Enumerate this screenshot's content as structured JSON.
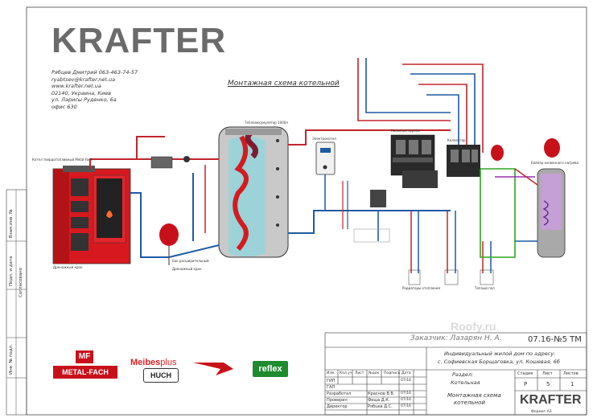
{
  "brand": "KRAFTER",
  "contact": {
    "line1": "Рябцев Дмитрий 063-463-74-57",
    "line2": "ryabtsev@krafter.net.ua",
    "line3": "www.krafter.net.ua",
    "line4": "02140, Украина, Киев",
    "line5": "ул. Ларисы Руденко, 6а",
    "line6": "офис 630"
  },
  "diagram_title": "Монтажная схема котельной",
  "labels": {
    "boiler_note": "Котел твердотопливный Metal-Fach",
    "tank_note": "Теплоаккумулятор 1000л",
    "expansion": "Бак расширительный",
    "boiler2": "Бойлер косвенного нагрева",
    "pump_group": "Насосная группа",
    "collector": "Коллектор",
    "heater": "Электрокотел",
    "drain1": "Дренажный кран",
    "drain2": "Дренажный кран",
    "to_radiators": "Радиаторы отопления",
    "floor_heating": "Теплый пол"
  },
  "stamp": {
    "customer": "Заказчик: Лазарян Н. А.",
    "doc_code": "07.16-№5 ТМ",
    "object_line1": "Индивидуальный жилой дом по адресу:",
    "object_line2": "с. Софиевская Борщаговка, ул. Кошевая, 6б",
    "section_label": "Раздел:",
    "section_value": "Котельная",
    "sheet_title_1": "Монтажная схема",
    "sheet_title_2": "котельной",
    "col_stage": "Стадия",
    "col_sheet": "Лист",
    "col_sheets": "Листов",
    "stage": "Р",
    "sheet": "5",
    "sheets": "1",
    "head_izm": "Изм.",
    "head_kol": "Кол.уч",
    "head_list": "Лист",
    "head_ndok": "№док.",
    "head_sign": "Подпись",
    "head_date": "Дата",
    "r1_role": "ГИП",
    "r1_date": "07/16",
    "r2_role": "ГАП",
    "r3_role": "Разработал",
    "r3_name": "Краснов В.В.",
    "r3_date": "07/16",
    "r4_role": "Проверил",
    "r4_name": "Феща Д.К.",
    "r4_date": "07/16",
    "r5_role": "Директор",
    "r5_name": "Рябцев Д.С.",
    "r5_date": "07/16",
    "stamp_brand": "KRAFTER",
    "format": "Формат А3"
  },
  "side_stamp": {
    "c1": "Взам.инв. №",
    "c2": "Подп. и дата",
    "c3": "Инв. № подл.",
    "c4": "Согласовано"
  },
  "partner_logos": {
    "metal_fach": "METAL-FACH",
    "metal_fach_mark": "MF",
    "meibes": "Meibes",
    "meibes_plus": "plus",
    "huch": "HUCH",
    "reflex": "reflex"
  },
  "watermark": "Roofy.ru"
}
